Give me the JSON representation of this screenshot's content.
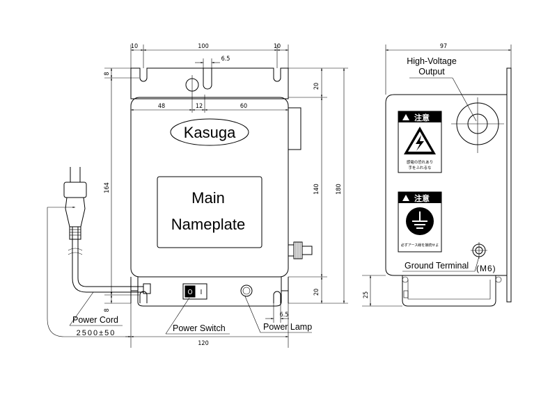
{
  "front_view": {
    "dimensions": {
      "top_left_tab": "10",
      "top_width": "100",
      "top_right_tab": "10",
      "slot_width": "6.5",
      "left_offset": "48",
      "slot_offset": "12",
      "right_offset": "60",
      "top_margin_right": "20",
      "body_height": "140",
      "overall_height": "180",
      "left_height": "164",
      "top_left_gap": "8",
      "bottom_left_gap": "8",
      "bottom_margin_right": "20",
      "bottom_slot_width": "6.5",
      "bottom_width": "120",
      "cord_length": "2500±50"
    },
    "brand_logo": "Kasuga",
    "nameplate": {
      "line1": "Main",
      "line2": "Nameplate"
    },
    "callouts": {
      "power_cord": "Power Cord",
      "power_switch": "Power Switch",
      "power_lamp": "Power Lamp"
    },
    "switch_marks": {
      "off": "O",
      "on": "I"
    }
  },
  "side_view": {
    "dimensions": {
      "depth": "97",
      "base_height": "25"
    },
    "callouts": {
      "high_voltage_output_line1": "High-Voltage",
      "high_voltage_output_line2": "Output",
      "ground_terminal": "Ground Terminal",
      "ground_thread": "(M6)"
    },
    "warning_label_1": {
      "title": "注意",
      "line1": "感電の恐れあり",
      "line2": "手をふれるな"
    },
    "warning_label_2": {
      "title": "注意",
      "line1": "必ずアース線を接続せよ"
    }
  },
  "colors": {
    "line": "#000000",
    "background": "#ffffff"
  }
}
